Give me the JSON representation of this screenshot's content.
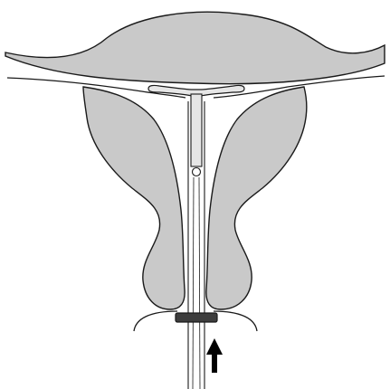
{
  "diagram": {
    "colors": {
      "background": "#ffffff",
      "tissue_fill": "#c9c9c9",
      "outline": "#1a1a1a",
      "device_fill": "#e6e6e6",
      "stopper_fill": "#3d3d3d",
      "arrow_fill": "#000000"
    },
    "elements": [
      "uterine-fundus",
      "uterine-wall-left",
      "uterine-wall-right",
      "t-shaped-iud",
      "inserter-tube",
      "depth-flange",
      "cervix-outline",
      "insertion-direction-arrow"
    ]
  }
}
